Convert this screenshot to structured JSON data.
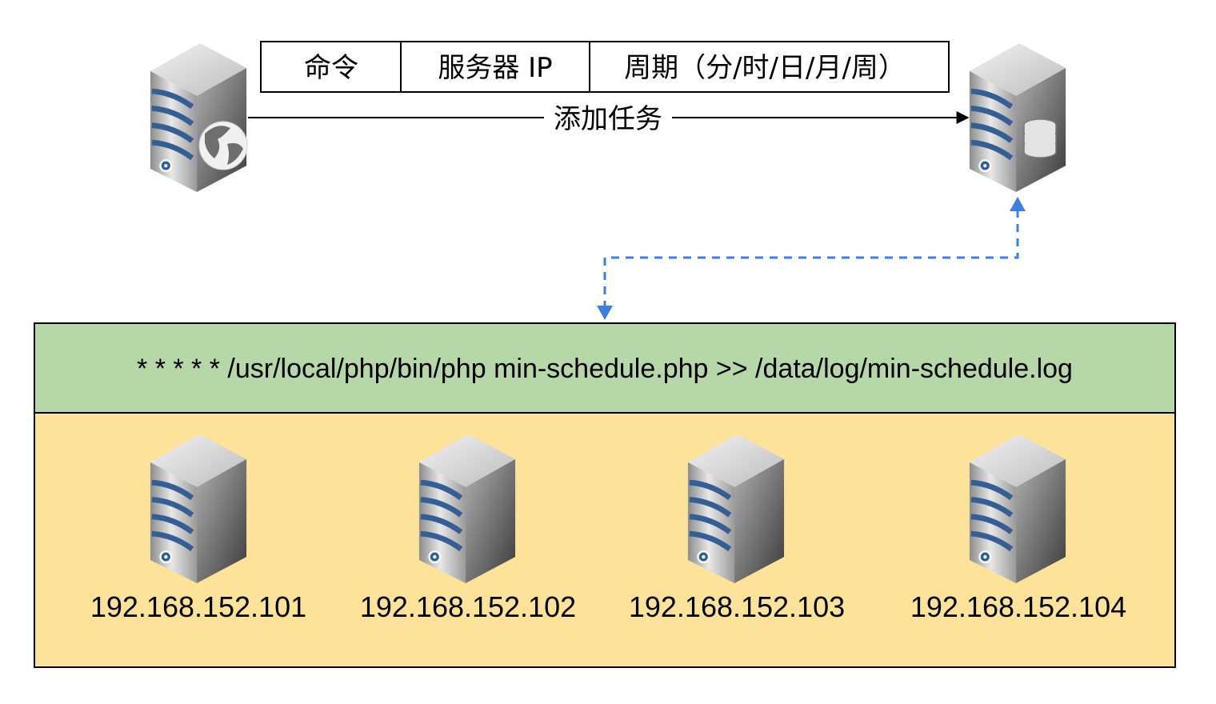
{
  "task_fields": [
    "命令",
    "服务器 IP",
    "周期（分/时/日/月/周）"
  ],
  "edge_label": "添加任务",
  "crontab_line": "* * * * * /usr/local/php/bin/php min-schedule.php >> /data/log/min-schedule.log",
  "servers": [
    {
      "ip": "192.168.152.101"
    },
    {
      "ip": "192.168.152.102"
    },
    {
      "ip": "192.168.152.103"
    },
    {
      "ip": "192.168.152.104"
    }
  ],
  "colors": {
    "cron_band": "#b6d7a8",
    "server_area": "#fde399",
    "sync_arrow": "#3d7ee0",
    "server_blue": "#335f95"
  },
  "icons": {
    "web_server": "globe-server-icon",
    "db_server": "database-server-icon",
    "host": "server-icon"
  }
}
